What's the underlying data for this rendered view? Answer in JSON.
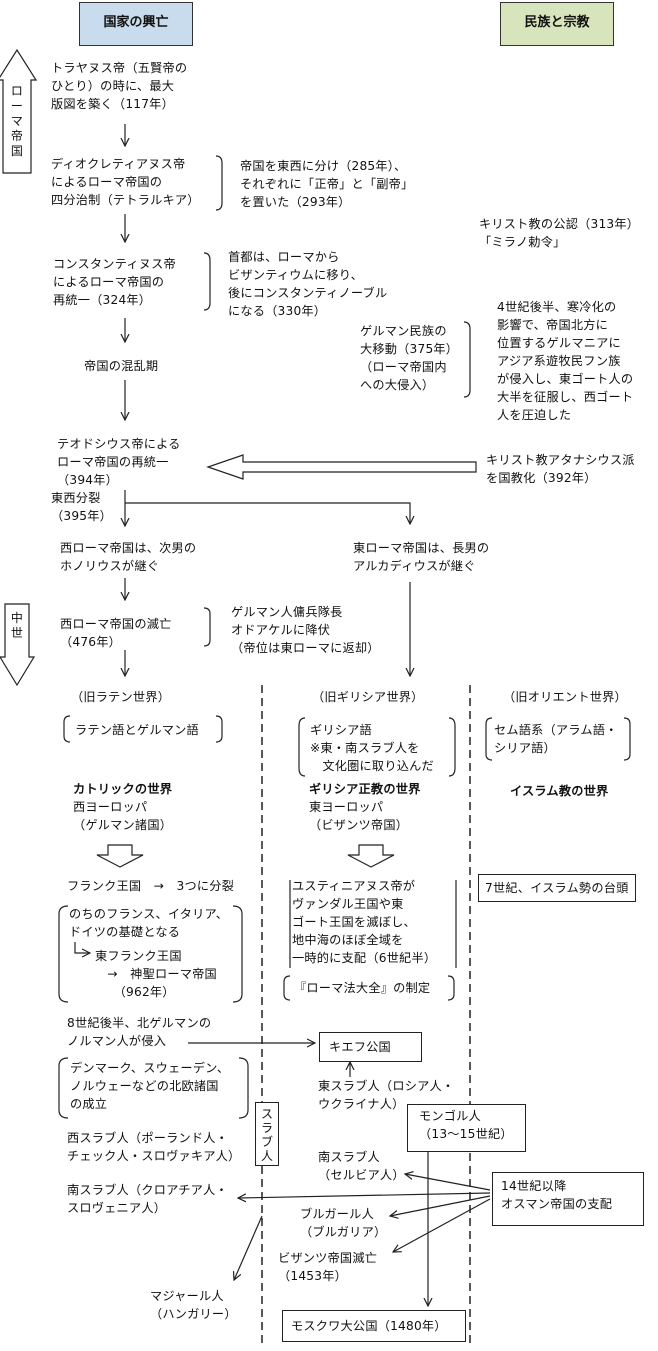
{
  "headers": {
    "left": "国家の興亡",
    "right": "民族と宗教"
  },
  "era_labels": {
    "rome": "ローマ帝国",
    "medieval": "中世"
  },
  "sections": {
    "latin": "（旧ラテン世界）",
    "greek": "（旧ギリシア世界）",
    "orient": "（旧オリエント世界）"
  },
  "colors": {
    "left_header_bg": "#c9dced",
    "right_header_bg": "#d8e4bc",
    "line": "#222222"
  },
  "texts": {
    "trajan": "トラヤヌス帝（五賢帝の\nひとり）の時に、最大\n版図を築く（117年）",
    "diocletian": "ディオクレティアヌス帝\nによるローマ帝国の\n四分治制（テトラルキア）",
    "tetrarchy_note": "帝国を東西に分け（285年）、\nそれぞれに「正帝」と「副帝」\nを置いた（293年）",
    "christ_approved": "キリスト教の公認（313年）\n「ミラノ勅令」",
    "constantine": "コンスタンティヌス帝\nによるローマ帝国の\n再統一（324年）",
    "capital_note": "首都は、ローマから\nビザンティウムに移り、\n後にコンスタンティノーブル\nになる（330年）",
    "huns_note": "4世紀後半、寒冷化の\n影響で、帝国北方に\n位置するゲルマニアに\nアジア系遊牧民フン族\nが侵入し、東ゴート人の\n大半を征服し、西ゴート\n人を圧迫した",
    "germanic_migration": "ゲルマン民族の\n大移動（375年）\n（ローマ帝国内\nへの大侵入）",
    "chaos": "帝国の混乱期",
    "theodosius": "テオドシウス帝による\nローマ帝国の再統一\n（394年）",
    "athanasius": "キリスト教アタナシウス派\nを国教化（392年）",
    "split": "東西分裂\n（395年）",
    "west_heir": "西ローマ帝国は、次男の\nホノリウスが継ぐ",
    "east_heir": "東ローマ帝国は、長男の\nアルカディウスが継ぐ",
    "west_fall": "西ローマ帝国の滅亡\n（476年）",
    "odoacer": "ゲルマン人傭兵隊長\nオドアケルに降伏\n（帝位は東ローマに返却）",
    "lang_latin": "ラテン語とゲルマン語",
    "lang_greek": "ギリシア語\n※東・南スラブ人を\n　文化圏に取り込んだ",
    "lang_semitic": "セム語系（アラム語・\nシリア語）",
    "catholic_title": "カトリックの世界",
    "catholic_sub": "西ヨーロッパ\n（ゲルマン諸国）",
    "orthodox_title": "ギリシア正教の世界",
    "orthodox_sub": "東ヨーロッパ\n（ビザンツ帝国）",
    "islam_title": "イスラム教の世界",
    "frank": "フランク王国　→　3つに分裂",
    "frank_detail": "のちのフランス、イタリア、\nドイツの基礎となる",
    "east_frank": "東フランク王国\n　→　神聖ローマ帝国\n　　（962年）",
    "justinian": "ユスティニアヌス帝が\nヴァンダル王国や東\nゴート王国を滅ぼし、\n地中海のほぼ全域を\n一時的に支配（6世紀半）",
    "corpus": "『ローマ法大全』の制定",
    "islam_rise": "7世紀、イスラム勢の台頭",
    "normans": "8世紀後半、北ゲルマンの\nノルマン人が侵入",
    "kiev": "キエフ公国",
    "nordic": "デンマーク、スウェーデン、\nノルウェーなどの北欧諸国\nの成立",
    "east_slav": "東スラブ人（ロシア人・\nウクライナ人）",
    "mongol": "モンゴル人\n（13～15世紀）",
    "slav_label": "スラブ人",
    "west_slav": "西スラブ人（ポーランド人・\nチェック人・スロヴァキア人）",
    "south_slav_serb": "南スラブ人\n（セルビア人）",
    "ottoman": "14世紀以降\nオスマン帝国の支配",
    "south_slav_croat": "南スラブ人（クロアチア人・\nスロヴェニア人）",
    "bulgar": "ブルガール人\n（ブルガリア）",
    "byz_fall": "ビザンツ帝国滅亡\n（1453年）",
    "magyar": "マジャール人\n（ハンガリー）",
    "moscow": "モスクワ大公国（1480年）"
  }
}
